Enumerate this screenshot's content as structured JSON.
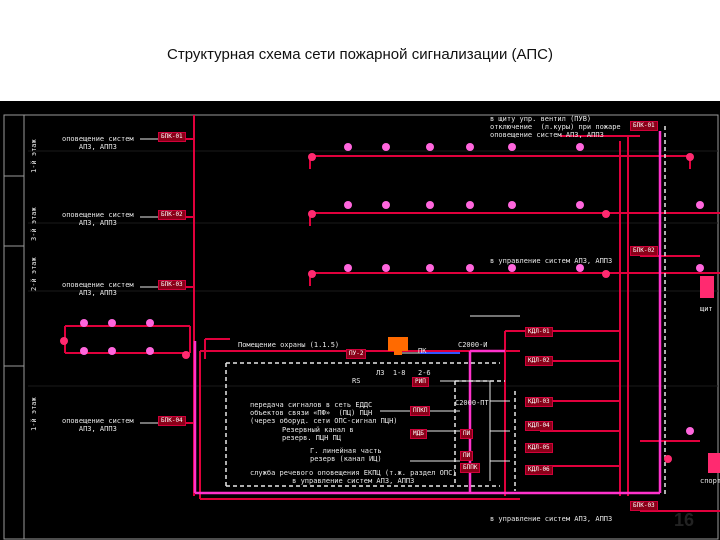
{
  "title": "Структурная схема сети пожарной сигнализации (АПС)",
  "page_number": "16",
  "floors": [
    "1-й этаж",
    "3-й этаж",
    "2-й этаж",
    "1-й этаж"
  ],
  "left_labels": [
    {
      "text": "оповещение систем\nАПЗ, АППЗ",
      "device": "БПК-01"
    },
    {
      "text": "оповещение систем\nАПЗ, АППЗ",
      "device": "БПК-02"
    },
    {
      "text": "оповещение систем\nАПЗ, АППЗ",
      "device": "БПК-03"
    },
    {
      "text": "оповещение систем\nАПЗ, АППЗ",
      "device": "БПК-04"
    }
  ],
  "top_right_note": "в щиту упр. вентил (ПУВ)\nотключение  (л.куры) при пожаре\nоповещение систем АПЗ, АППЗ",
  "right_devices": [
    "БПК-01",
    "БПК-02",
    "БПК-03"
  ],
  "mid_note": "в управление систем АПЗ, АППЗ",
  "bottom_note": "в управление систем АПЗ, АППЗ",
  "center": {
    "panel_label": "Помещение охраны (1.1.5)",
    "pc_label": "ПУ-2",
    "pc_sub": "ПК",
    "converter": "С2000-И",
    "line1": "ЛЗ  1-8",
    "line2": "2-6",
    "rs": "RS",
    "rip": "РИП",
    "s2000": "С2000-ПТ",
    "transfer_note": "передача сигналов в сеть ЕДДС\nобъектов связи «ПФ»  (ПЦ) ПЦН\n(через оборуд. сети ОПС-сигнал ПЦН)",
    "reserve_note": "Резервный канал в\nрезерв. ПЦН ПЦ",
    "power_note": "Г. линейная часть\nрезерв (канал ИЦ)",
    "bottom_center_note": "служба речевого оповещения ЕКПЦ (т.ж. раздел ОПС)\nв управление систем АПЗ, АППЗ",
    "box_labels": [
      "ППКП",
      "МДБ",
      "ПИ",
      "ПИ",
      "БППК"
    ]
  },
  "kdl_labels": [
    "КДЛ-01",
    "КДЛ-02",
    "КДЛ-03",
    "КДЛ-04",
    "КДЛ-05",
    "КДЛ-06"
  ],
  "right_edge_labels": [
    "щит",
    "спорт"
  ],
  "colors": {
    "line_red": "#e0003c",
    "line_magenta": "#ff33cc",
    "line_white": "#e8e8e8",
    "line_blue": "#3355ff",
    "bg": "#000000"
  }
}
